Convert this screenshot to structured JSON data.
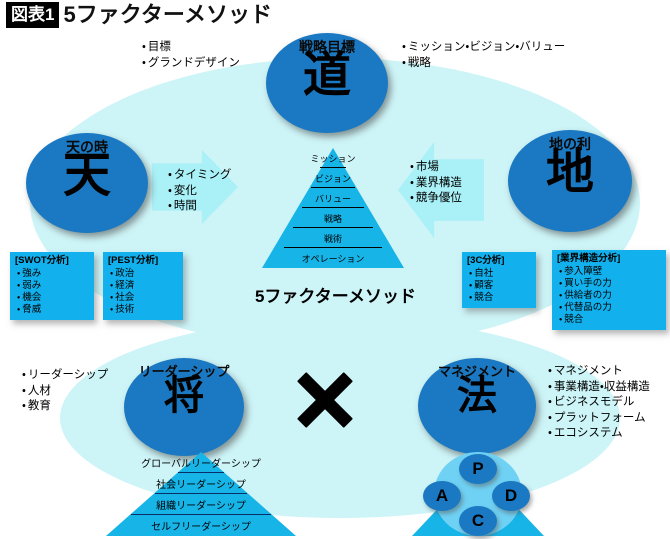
{
  "title": {
    "badge": "図表1",
    "text": "5ファクターメソッド"
  },
  "center": {
    "label": "5ファクターメソッド"
  },
  "nodes": {
    "michi": {
      "caption": "戦略目標",
      "kanji": "道"
    },
    "ten": {
      "caption": "天の時",
      "kanji": "天"
    },
    "chi": {
      "caption": "地の利",
      "kanji": "地"
    },
    "shou": {
      "caption": "リーダーシップ",
      "kanji": "将"
    },
    "hou": {
      "caption": "マネジメント",
      "kanji": "法"
    }
  },
  "bullets": {
    "goal": [
      "目標",
      "グランドデザイン"
    ],
    "mvv": [
      "ミッション・ビジョン・バリュー",
      "戦略"
    ],
    "timing": [
      "タイミング",
      "変化",
      "時間"
    ],
    "market": [
      "市場",
      "業界構造",
      "競争優位"
    ],
    "leadership": [
      "リーダーシップ",
      "人材",
      "教育"
    ],
    "management": [
      "マネジメント",
      "事業構造・収益構造",
      "ビジネスモデル",
      "プラットフォーム",
      "エコシステム"
    ]
  },
  "strategy_pyramid": {
    "tiers": [
      "ミッション",
      "ビジョン",
      "バリュー",
      "戦略",
      "戦術",
      "オペレーション"
    ]
  },
  "leadership_pyramid": {
    "tiers": [
      "グローバルリーダーシップ",
      "社会リーダーシップ",
      "組織リーダーシップ",
      "セルフリーダーシップ"
    ]
  },
  "analysis_boxes": {
    "swot": {
      "header": "[SWOT分析]",
      "items": [
        "強み",
        "弱み",
        "機会",
        "脅威"
      ]
    },
    "pest": {
      "header": "[PEST分析]",
      "items": [
        "政治",
        "経済",
        "社会",
        "技術"
      ]
    },
    "threec": {
      "header": "[3C分析]",
      "items": [
        "自社",
        "顧客",
        "競合"
      ]
    },
    "industry": {
      "header": "[業界構造分析]",
      "items": [
        "参入障壁",
        "買い手の力",
        "供給者の力",
        "代替品の力",
        "競合"
      ]
    }
  },
  "pdca": {
    "p": "P",
    "d": "D",
    "c": "C",
    "a": "A"
  },
  "multiply_symbol": "×",
  "colors": {
    "background_ellipse": "#cdf4f7",
    "node_blue": "#1a79c2",
    "box_cyan": "#12b0ec",
    "pyramid_cyan": "#17b4e8",
    "arrow_cyan": "#a9f0f7",
    "pdca_disc": "#6fd2f5",
    "badge_black": "#000000"
  }
}
